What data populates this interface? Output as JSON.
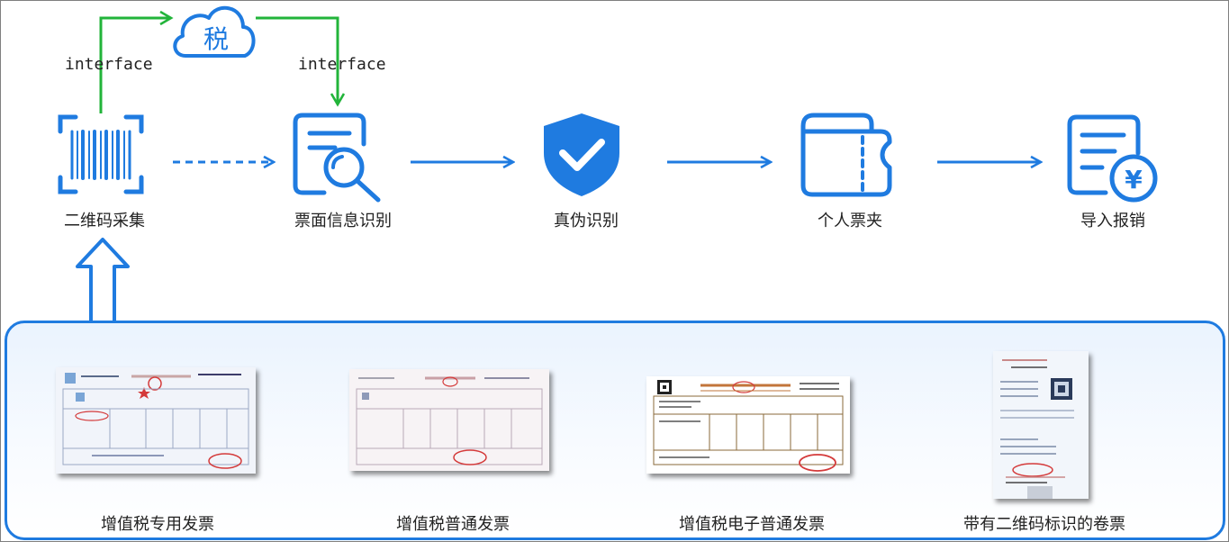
{
  "flow": {
    "tax_label": "税",
    "interface_left": "interface",
    "interface_right": "interface",
    "steps": [
      {
        "label": "二维码采集",
        "icon": "barcode-scan-icon"
      },
      {
        "label": "票面信息识别",
        "icon": "document-search-icon"
      },
      {
        "label": "真伪识别",
        "icon": "shield-check-icon"
      },
      {
        "label": "个人票夹",
        "icon": "wallet-icon"
      },
      {
        "label": "导入报销",
        "icon": "receipt-yen-icon"
      }
    ]
  },
  "invoices": [
    {
      "label": "增值税专用发票"
    },
    {
      "label": "增值税普通发票"
    },
    {
      "label": "增值税电子普通发票"
    },
    {
      "label": "带有二维码标识的卷票"
    }
  ],
  "colors": {
    "primary_blue": "#1f7be0",
    "green_arrow": "#22b43a",
    "stamp_red": "#d43a3a"
  }
}
